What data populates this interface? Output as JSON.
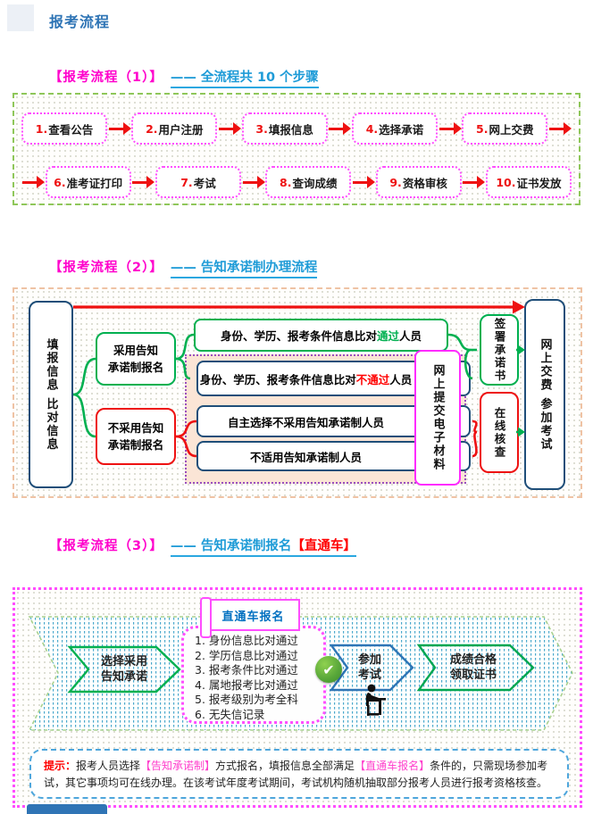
{
  "header": {
    "title": "报考流程"
  },
  "section1": {
    "heading": "【报考流程（1）】",
    "link": "—— 全流程共 10 个步骤",
    "steps": [
      {
        "num": "1.",
        "label": "查看公告"
      },
      {
        "num": "2.",
        "label": "用户注册"
      },
      {
        "num": "3.",
        "label": "填报信息"
      },
      {
        "num": "4.",
        "label": "选择承诺"
      },
      {
        "num": "5.",
        "label": "网上交费"
      },
      {
        "num": "6.",
        "label": "准考证打印"
      },
      {
        "num": "7.",
        "label": "考试"
      },
      {
        "num": "8.",
        "label": "查询成绩"
      },
      {
        "num": "9.",
        "label": "资格审核"
      },
      {
        "num": "10.",
        "label": "证书发放"
      }
    ]
  },
  "section2": {
    "heading": "【报考流程（2）】",
    "link": "—— 告知承诺制办理流程",
    "fill_compare": "填报信息 比对信息",
    "adopt": "采用告知\n承诺制报名",
    "not_adopt": "不采用告知\n承诺制报名",
    "pass_pre": "身份、学历、报考条件信息比对",
    "pass_hl": "通过",
    "pass_post": "人员",
    "fail_pre": "身份、学历、报考条件信息比对",
    "fail_hl": "不通过",
    "fail_post": "人员",
    "self_choose": "自主选择不采用告知承诺制人员",
    "not_applicable": "不适用告知承诺制人员",
    "material": "网上提交电子材料",
    "sign": "签署承诺书",
    "online_check": "在线核查",
    "pay_exam": "网上交费 参加考试"
  },
  "section3": {
    "heading": "【报考流程（3）】",
    "link": "—— 告知承诺制报名",
    "link_hl": "【直通车】",
    "banner": "直通车报名",
    "choose": "选择采用\n告知承诺",
    "conditions": [
      "1. 身份信息比对通过",
      "2. 学历信息比对通过",
      "3. 报考条件比对通过",
      "4. 属地报考比对通过",
      "5. 报考级别为考全科",
      "6. 无失信记录"
    ],
    "check_icon": "✔",
    "exam": "参加\n考试",
    "result": "成绩合格\n领取证书",
    "tip_label": "提示：",
    "tip_1": "报考人员选择",
    "tip_hl1": "【告知承诺制】",
    "tip_2": "方式报名，填报信息全部满足",
    "tip_hl2": "【直通车报名】",
    "tip_3": "条件的，只需现场参加考试，其它事项均可在线办理。在该考试年度考试期间，考试机构随机抽取部分报考人员进行报考资格核查。"
  },
  "colors": {
    "accent_magenta": "#ff00cc",
    "link_blue": "#1e9bd7",
    "green": "#00b050",
    "red": "#ee1111",
    "navy": "#1f4e79"
  }
}
